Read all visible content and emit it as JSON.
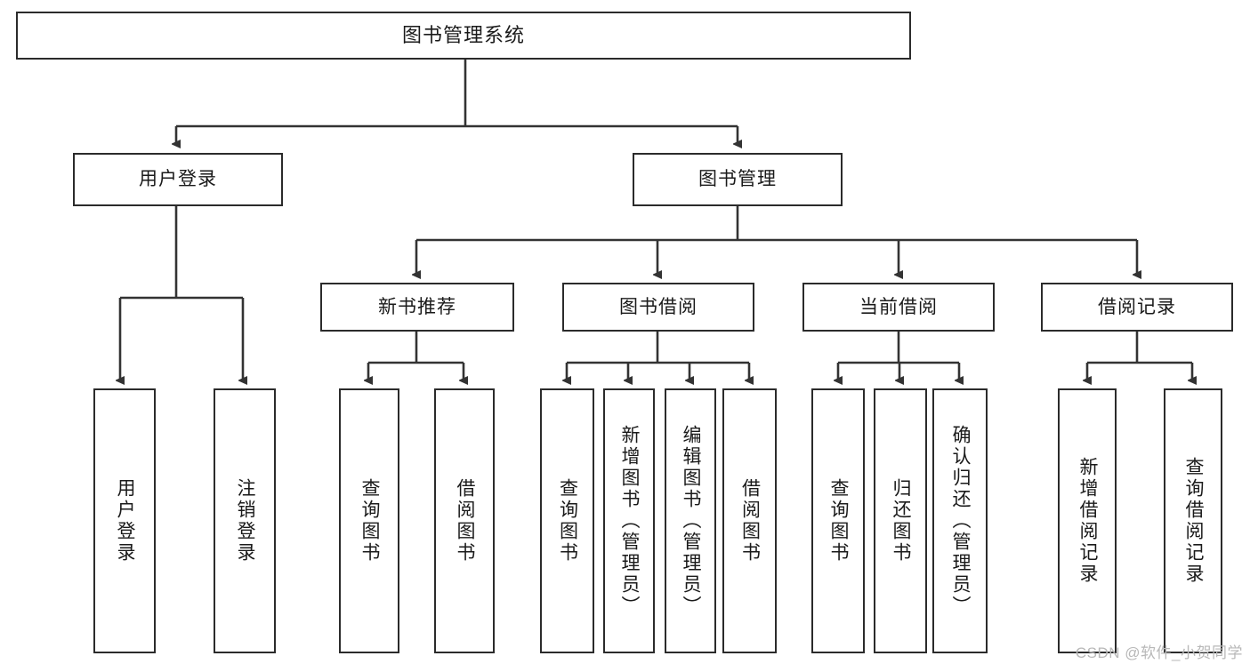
{
  "diagram": {
    "title": "图书管理系统",
    "watermark": "CSDN @软件_小贺同学",
    "colors": {
      "background": "#ffffff",
      "box_border": "#2b2b2b",
      "box_fill": "#ffffff",
      "edge": "#333333",
      "text": "#1a1a1a",
      "watermark": "#b8b8b8"
    },
    "nodes": {
      "root": {
        "label": "图书管理系统",
        "orientation": "horizontal"
      },
      "user_login": {
        "label": "用户登录",
        "orientation": "horizontal"
      },
      "book_manage": {
        "label": "图书管理",
        "orientation": "horizontal"
      },
      "new_book_rec": {
        "label": "新书推荐",
        "orientation": "horizontal"
      },
      "book_borrow": {
        "label": "图书借阅",
        "orientation": "horizontal"
      },
      "current_borrow": {
        "label": "当前借阅",
        "orientation": "horizontal"
      },
      "borrow_record": {
        "label": "借阅记录",
        "orientation": "horizontal"
      },
      "leaf_user_login": {
        "label": "用户登录",
        "orientation": "vertical"
      },
      "leaf_logout": {
        "label": "注销登录",
        "orientation": "vertical"
      },
      "leaf_query_book_1": {
        "label": "查询图书",
        "orientation": "vertical"
      },
      "leaf_borrow_book_1": {
        "label": "借阅图书",
        "orientation": "vertical"
      },
      "leaf_query_book_2": {
        "label": "查询图书",
        "orientation": "vertical"
      },
      "leaf_add_book": {
        "label": "新增图书（管理员）",
        "orientation": "vertical"
      },
      "leaf_edit_book": {
        "label": "编辑图书（管理员）",
        "orientation": "vertical"
      },
      "leaf_borrow_book_2": {
        "label": "借阅图书",
        "orientation": "vertical"
      },
      "leaf_query_book_3": {
        "label": "查询图书",
        "orientation": "vertical"
      },
      "leaf_return_book": {
        "label": "归还图书",
        "orientation": "vertical"
      },
      "leaf_confirm_return": {
        "label": "确认归还（管理员）",
        "orientation": "vertical"
      },
      "leaf_add_record": {
        "label": "新增借阅记录",
        "orientation": "vertical"
      },
      "leaf_query_record": {
        "label": "查询借阅记录",
        "orientation": "vertical"
      }
    }
  }
}
